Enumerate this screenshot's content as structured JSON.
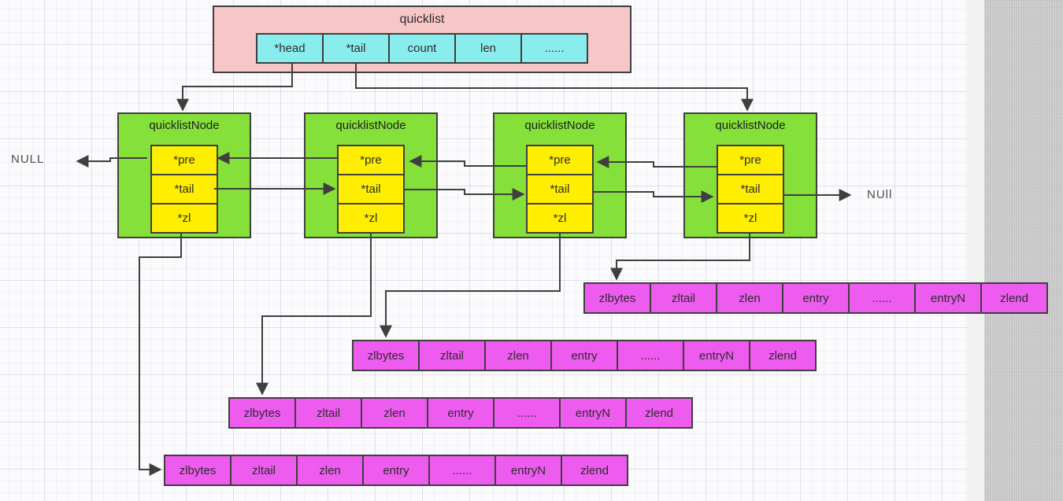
{
  "quicklist": {
    "title": "quicklist",
    "fields": [
      "*head",
      "*tail",
      "count",
      "len",
      "......"
    ]
  },
  "nodes": [
    {
      "title": "quicklistNode",
      "fields": [
        "*pre",
        "*tail",
        "*zl"
      ]
    },
    {
      "title": "quicklistNode",
      "fields": [
        "*pre",
        "*tail",
        "*zl"
      ]
    },
    {
      "title": "quicklistNode",
      "fields": [
        "*pre",
        "*tail",
        "*zl"
      ]
    },
    {
      "title": "quicklistNode",
      "fields": [
        "*pre",
        "*tail",
        "*zl"
      ]
    }
  ],
  "ziplists": [
    {
      "cells": [
        "zlbytes",
        "zltail",
        "zlen",
        "entry",
        "......",
        "entryN",
        "zlend"
      ]
    },
    {
      "cells": [
        "zlbytes",
        "zltail",
        "zlen",
        "entry",
        "......",
        "entryN",
        "zlend"
      ]
    },
    {
      "cells": [
        "zlbytes",
        "zltail",
        "zlen",
        "entry",
        "......",
        "entryN",
        "zlend"
      ]
    },
    {
      "cells": [
        "zlbytes",
        "zltail",
        "zlen",
        "entry",
        "......",
        "entryN",
        "zlend"
      ]
    }
  ],
  "labels": {
    "null_left": "NULL",
    "null_right": "NUll"
  },
  "colors": {
    "quicklist_box": "#f7c6c6",
    "quicklist_field": "#8aeded",
    "node_box": "#85e13a",
    "node_field": "#ffee00",
    "ziplist_cell": "#ee5bef",
    "connector": "#3f3f3f"
  }
}
